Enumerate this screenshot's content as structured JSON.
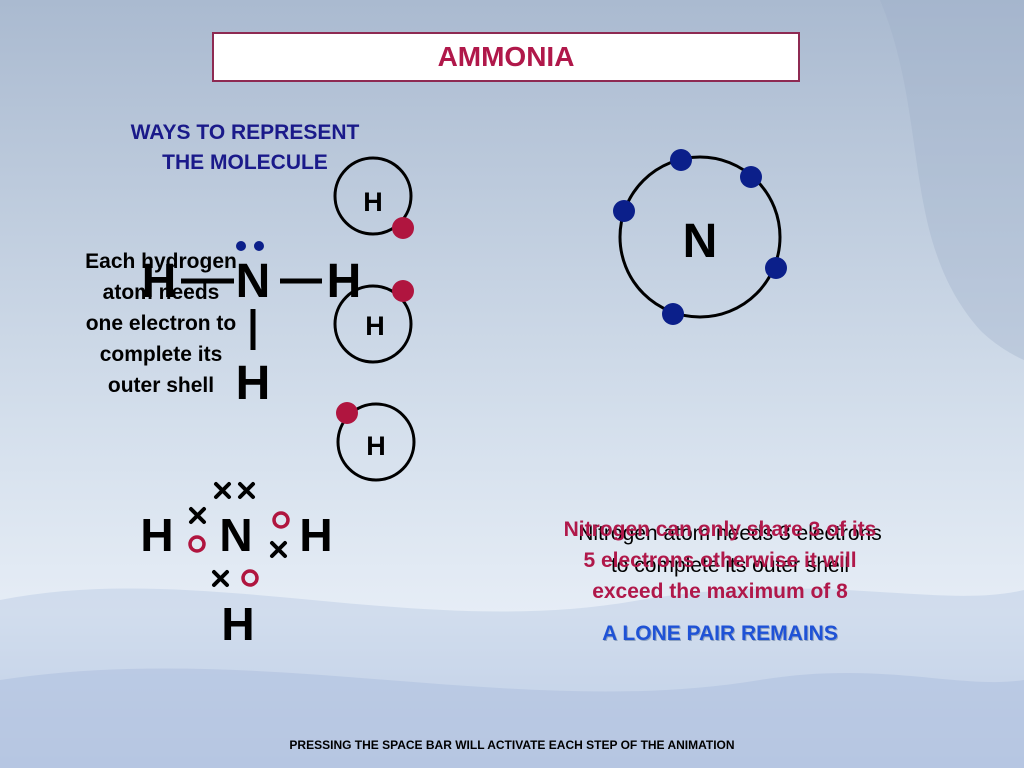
{
  "title": "AMMONIA",
  "subtitle": [
    "WAYS TO REPRESENT",
    "THE MOLECULE"
  ],
  "hydrogen_note": [
    "Each hydrogen",
    "atom needs",
    "one electron to",
    "complete its",
    "outer shell"
  ],
  "nitrogen_note": [
    "Nitrogen atom needs 3 electrons",
    "to complete its outer shell"
  ],
  "share_note": [
    "Nitrogen can only share 3 of its",
    "5 electrons otherwise it will",
    "exceed the maximum of 8"
  ],
  "lone_pair": "A LONE PAIR REMAINS",
  "footer": "PRESSING THE SPACE BAR WILL ACTIVATE EACH STEP OF THE ANIMATION",
  "atoms": {
    "nitrogen": "N",
    "hydrogen": "H"
  },
  "colors": {
    "title_red": "#b0184a",
    "border": "#8e2a52",
    "electron_blue": "#0b1f8a",
    "electron_red": "#b0153f",
    "lone_pair_blue": "#1f52d6"
  }
}
